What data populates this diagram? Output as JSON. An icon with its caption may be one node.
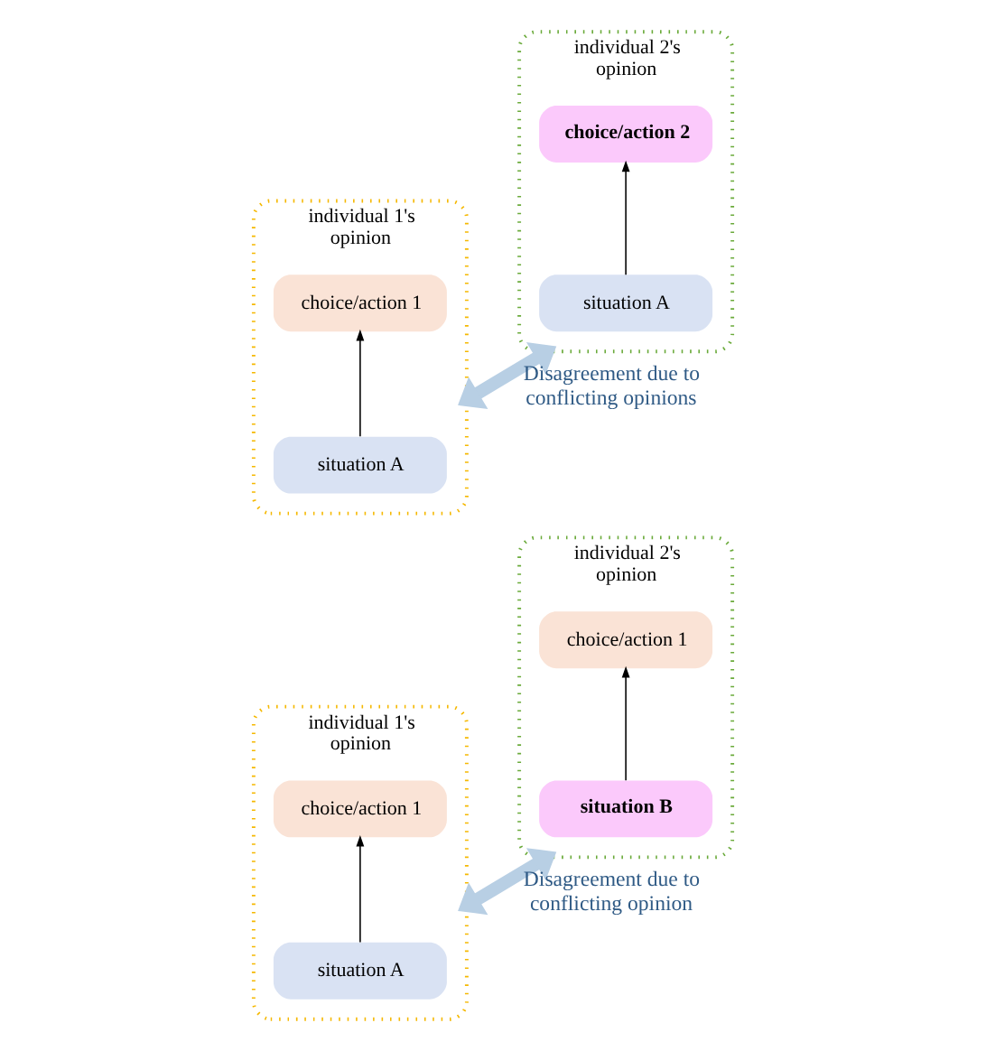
{
  "diagram": {
    "nodes": [
      {
        "text": [
          "individual 1's opinion"
        ]
      },
      {
        "text": [
          "choice/action 1"
        ],
        "in": 0
      },
      {
        "text": [
          "situation A"
        ],
        "in": 0
      },
      {
        "text": [
          "individual 2's opinion"
        ]
      },
      {
        "text": [
          "choice/action 2"
        ],
        "in": 3
      },
      {
        "text": [
          "situation A"
        ],
        "in": 3
      },
      {
        "text": [
          "individual 1's opinion"
        ]
      },
      {
        "text": [
          "choice/action 1"
        ],
        "in": 6
      },
      {
        "text": [
          "situation A"
        ],
        "in": 6
      },
      {
        "text": [
          "individual 2's opinion"
        ]
      },
      {
        "text": [
          "choice/action 1"
        ],
        "in": 9
      },
      {
        "text": [
          "situation B"
        ],
        "in": 9
      }
    ],
    "edges": [
      {
        "from": 2,
        "to": 1,
        "arrow": "to"
      },
      {
        "from": 5,
        "to": 4,
        "arrow": "to"
      },
      {
        "from": 0,
        "to": 3,
        "arrow": "both",
        "label": "Disagreement due to conflicting opinions",
        "style": "thick",
        "color": "#b8cfe4"
      },
      {
        "from": 8,
        "to": 7,
        "arrow": "to"
      },
      {
        "from": 11,
        "to": 10,
        "arrow": "to"
      },
      {
        "from": 6,
        "to": 9,
        "arrow": "both",
        "label": "Disagreement due to conflicting opinion",
        "style": "thick",
        "color": "#b8cfe4"
      }
    ]
  }
}
